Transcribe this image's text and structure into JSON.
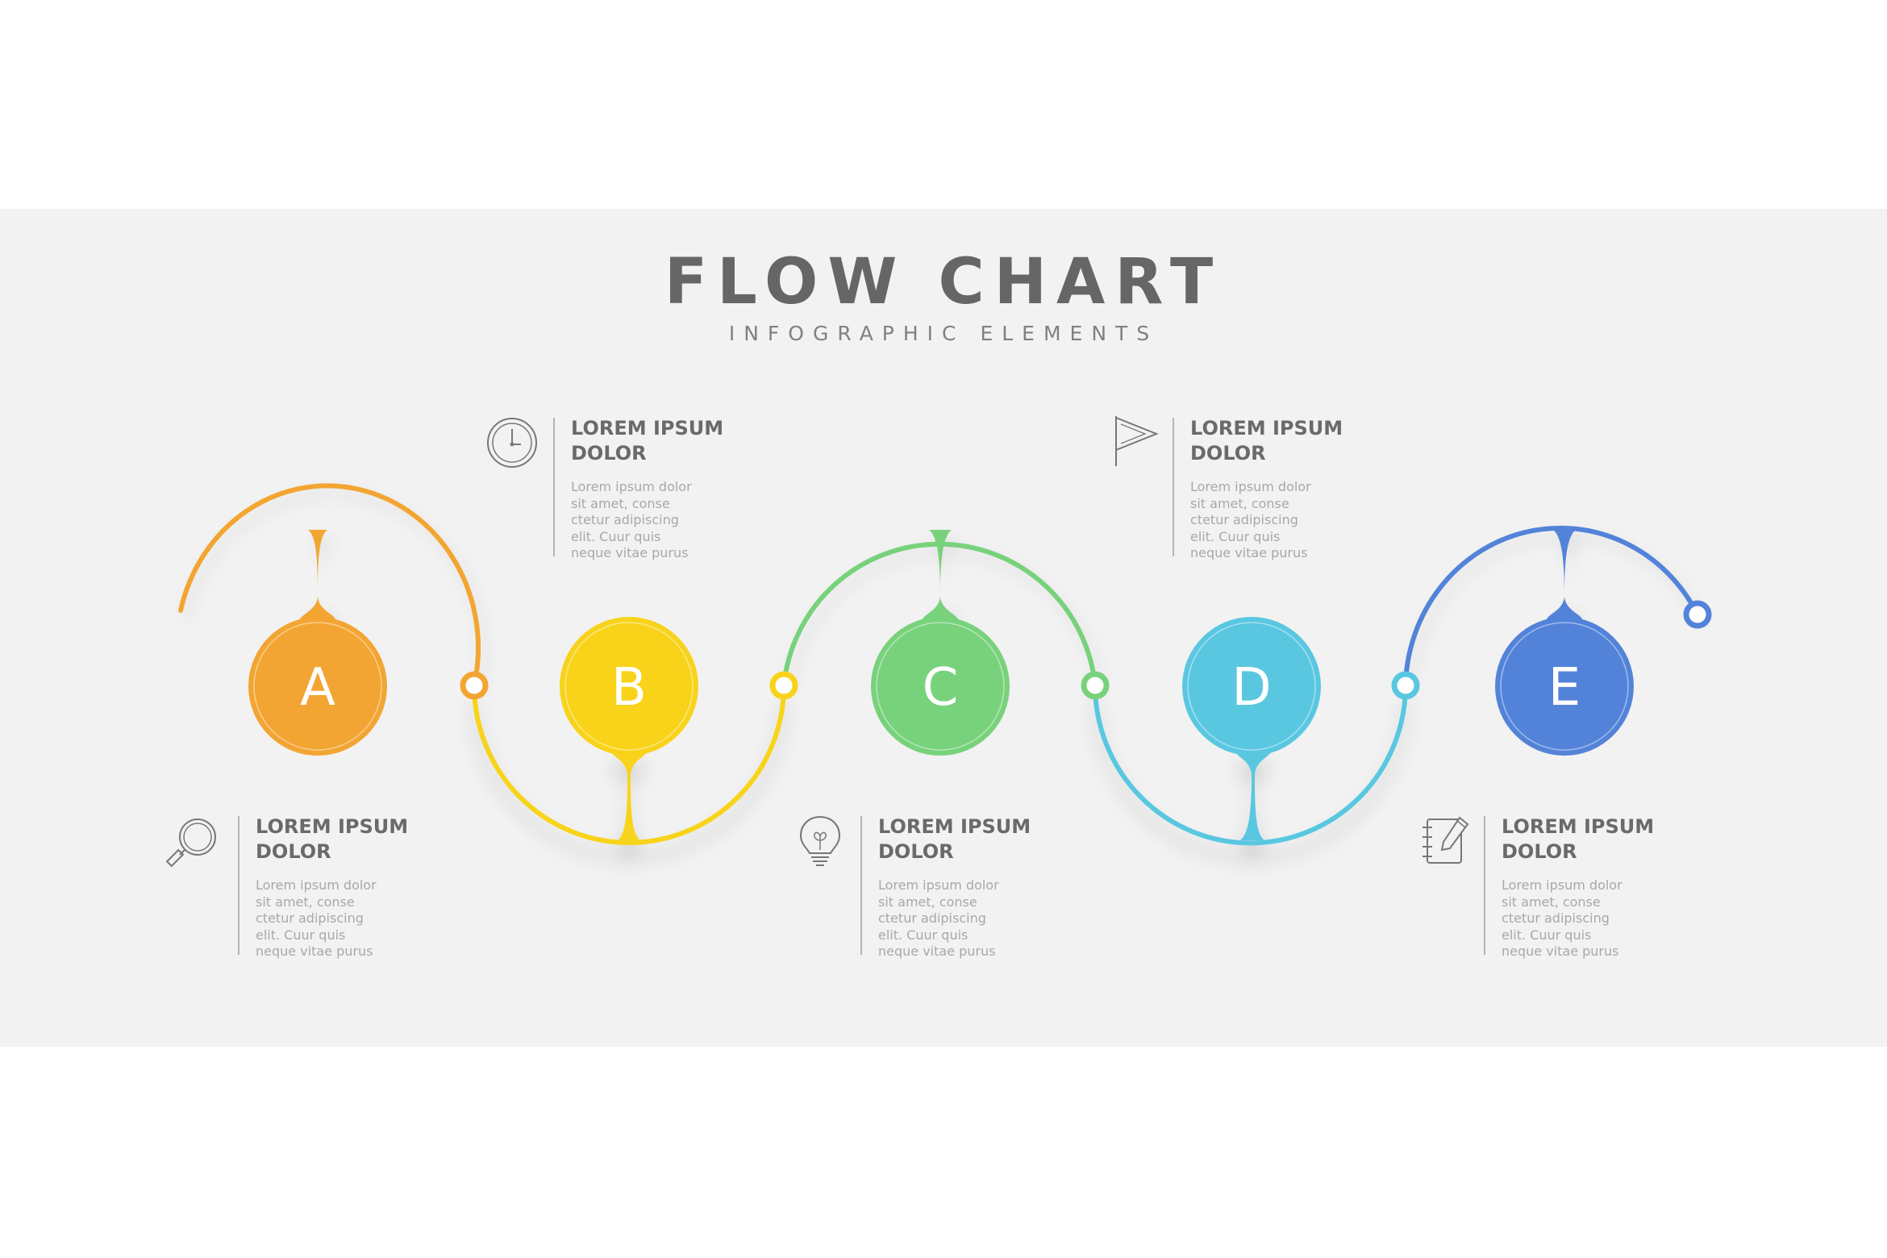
{
  "header": {
    "title": "FLOW CHART",
    "subtitle": "INFOGRAPHIC ELEMENTS"
  },
  "colors": {
    "background": "#ffffff",
    "band": "#f2f2f2",
    "step_a": "#f3a533",
    "step_b": "#f8d31a",
    "step_c": "#78d27c",
    "step_d": "#5ac7e1",
    "step_e": "#5383d9",
    "text_title": "#666666",
    "text_body": "#a8a8a8"
  },
  "steps": [
    {
      "letter": "A",
      "color": "#f3a533"
    },
    {
      "letter": "B",
      "color": "#f8d31a"
    },
    {
      "letter": "C",
      "color": "#78d27c"
    },
    {
      "letter": "D",
      "color": "#5ac7e1"
    },
    {
      "letter": "E",
      "color": "#5383d9"
    }
  ],
  "infos": [
    {
      "icon": "magnifier-icon",
      "title_line1": "LOREM IPSUM",
      "title_line2": "DOLOR",
      "body": [
        "Lorem ipsum dolor",
        "sit amet, conse",
        "ctetur adipiscing",
        "elit. Cuur quis",
        "neque vitae purus"
      ]
    },
    {
      "icon": "clock-icon",
      "title_line1": "LOREM IPSUM",
      "title_line2": "DOLOR",
      "body": [
        "Lorem ipsum dolor",
        "sit amet, conse",
        "ctetur adipiscing",
        "elit. Cuur quis",
        "neque vitae purus"
      ]
    },
    {
      "icon": "lightbulb-icon",
      "title_line1": "LOREM IPSUM",
      "title_line2": "DOLOR",
      "body": [
        "Lorem ipsum dolor",
        "sit amet, conse",
        "ctetur adipiscing",
        "elit. Cuur quis",
        "neque vitae purus"
      ]
    },
    {
      "icon": "flag-icon",
      "title_line1": "LOREM IPSUM",
      "title_line2": "DOLOR",
      "body": [
        "Lorem ipsum dolor",
        "sit amet, conse",
        "ctetur adipiscing",
        "elit. Cuur quis",
        "neque vitae purus"
      ]
    },
    {
      "icon": "notebook-pen-icon",
      "title_line1": "LOREM IPSUM",
      "title_line2": "DOLOR",
      "body": [
        "Lorem ipsum dolor",
        "sit amet, conse",
        "ctetur adipiscing",
        "elit. Cuur quis",
        "neque vitae purus"
      ]
    }
  ]
}
